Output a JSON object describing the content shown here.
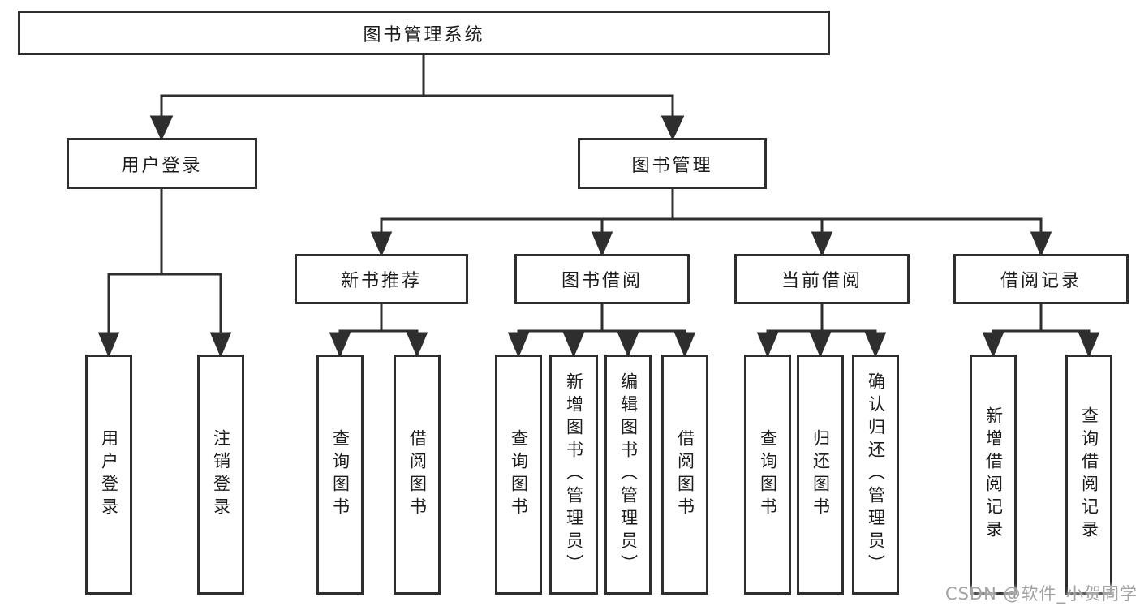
{
  "tree": {
    "label": "图书管理系统",
    "children": [
      {
        "label": "用户登录",
        "children": [
          {
            "label": "用户登录"
          },
          {
            "label": "注销登录"
          }
        ]
      },
      {
        "label": "图书管理",
        "children": [
          {
            "label": "新书推荐",
            "children": [
              {
                "label": "查询图书"
              },
              {
                "label": "借阅图书"
              }
            ]
          },
          {
            "label": "图书借阅",
            "children": [
              {
                "label": "查询图书"
              },
              {
                "label": "新增图书（管理员）"
              },
              {
                "label": "编辑图书（管理员）"
              },
              {
                "label": "借阅图书"
              }
            ]
          },
          {
            "label": "当前借阅",
            "children": [
              {
                "label": "查询图书"
              },
              {
                "label": "归还图书"
              },
              {
                "label": "确认归还（管理员）"
              }
            ]
          },
          {
            "label": "借阅记录",
            "children": [
              {
                "label": "新增借阅记录"
              },
              {
                "label": "查询借阅记录"
              }
            ]
          }
        ]
      }
    ]
  },
  "watermark": {
    "text": "CSDN @软件_小贺同学"
  },
  "colors": {
    "line": "#2e2e2e",
    "text": "#1c1c1c",
    "watermark": "#a3a3a3",
    "background": "#ffffff"
  }
}
